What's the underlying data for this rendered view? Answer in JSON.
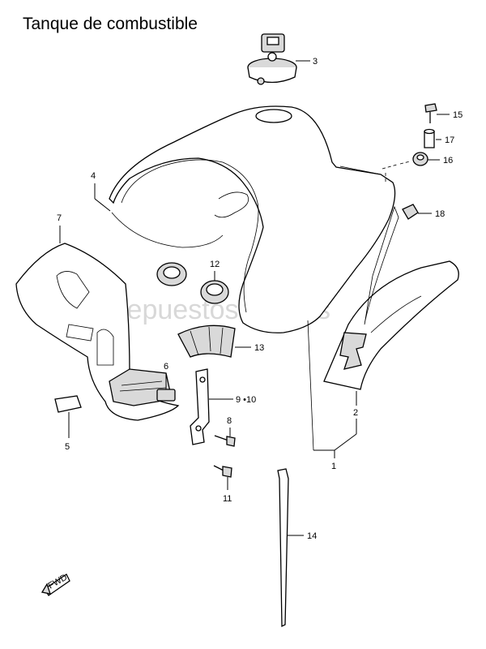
{
  "title": "Tanque de combustible",
  "watermark": "Repuestos arenas",
  "callouts": {
    "p1": "1",
    "p2": "2",
    "p3": "3",
    "p4": "4",
    "p5": "5",
    "p6": "6",
    "p7": "7",
    "p8": "8",
    "p9_10": "9 •10",
    "p11": "11",
    "p12": "12",
    "p13": "13",
    "p14": "14",
    "p15": "15",
    "p16": "16",
    "p17": "17",
    "p18": "18"
  },
  "direction_badge": "FWD"
}
